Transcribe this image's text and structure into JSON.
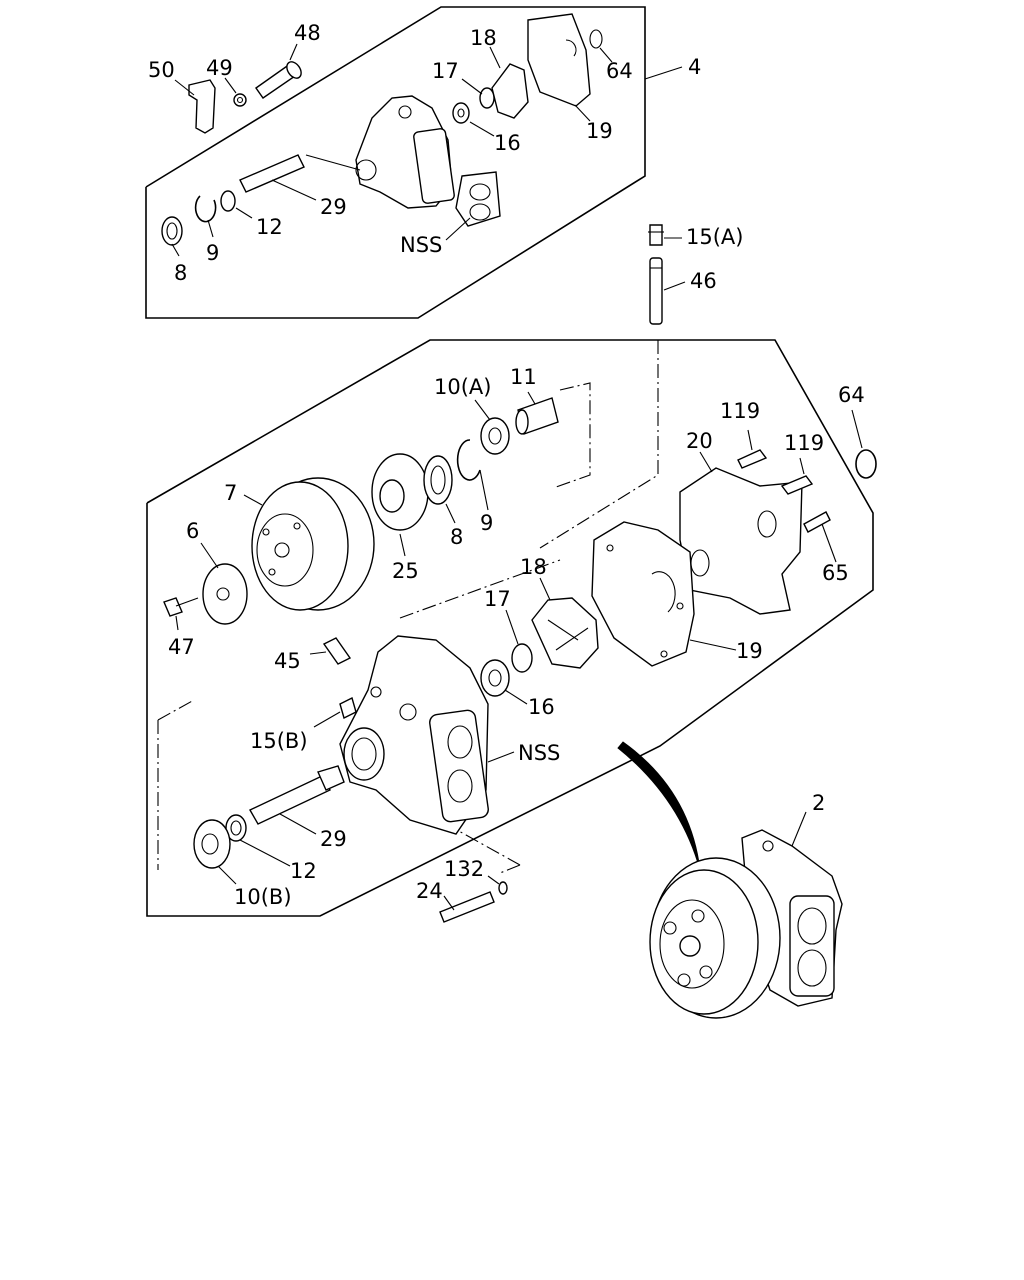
{
  "callouts": {
    "c48": "48",
    "c50": "50",
    "c49": "49",
    "c18a": "18",
    "c17a": "17",
    "c64a": "64",
    "c4": "4",
    "c16a": "16",
    "c19a": "19",
    "c29a": "29",
    "c12a": "12",
    "c9a": "9",
    "c8a": "8",
    "c_nss_a": "NSS",
    "c15a": "15(A)",
    "c46": "46",
    "c64b": "64",
    "c10a": "10(A)",
    "c11": "11",
    "c119a": "119",
    "c119b": "119",
    "c20": "20",
    "c7": "7",
    "c6": "6",
    "c8b": "8",
    "c9b": "9",
    "c25": "25",
    "c65": "65",
    "c18b": "18",
    "c17b": "17",
    "c47": "47",
    "c45": "45",
    "c19b": "19",
    "c16b": "16",
    "c15b": "15(B)",
    "c_nss_b": "NSS",
    "c29b": "29",
    "c12b": "12",
    "c10b": "10(B)",
    "c132": "132",
    "c24": "24",
    "c2": "2"
  }
}
